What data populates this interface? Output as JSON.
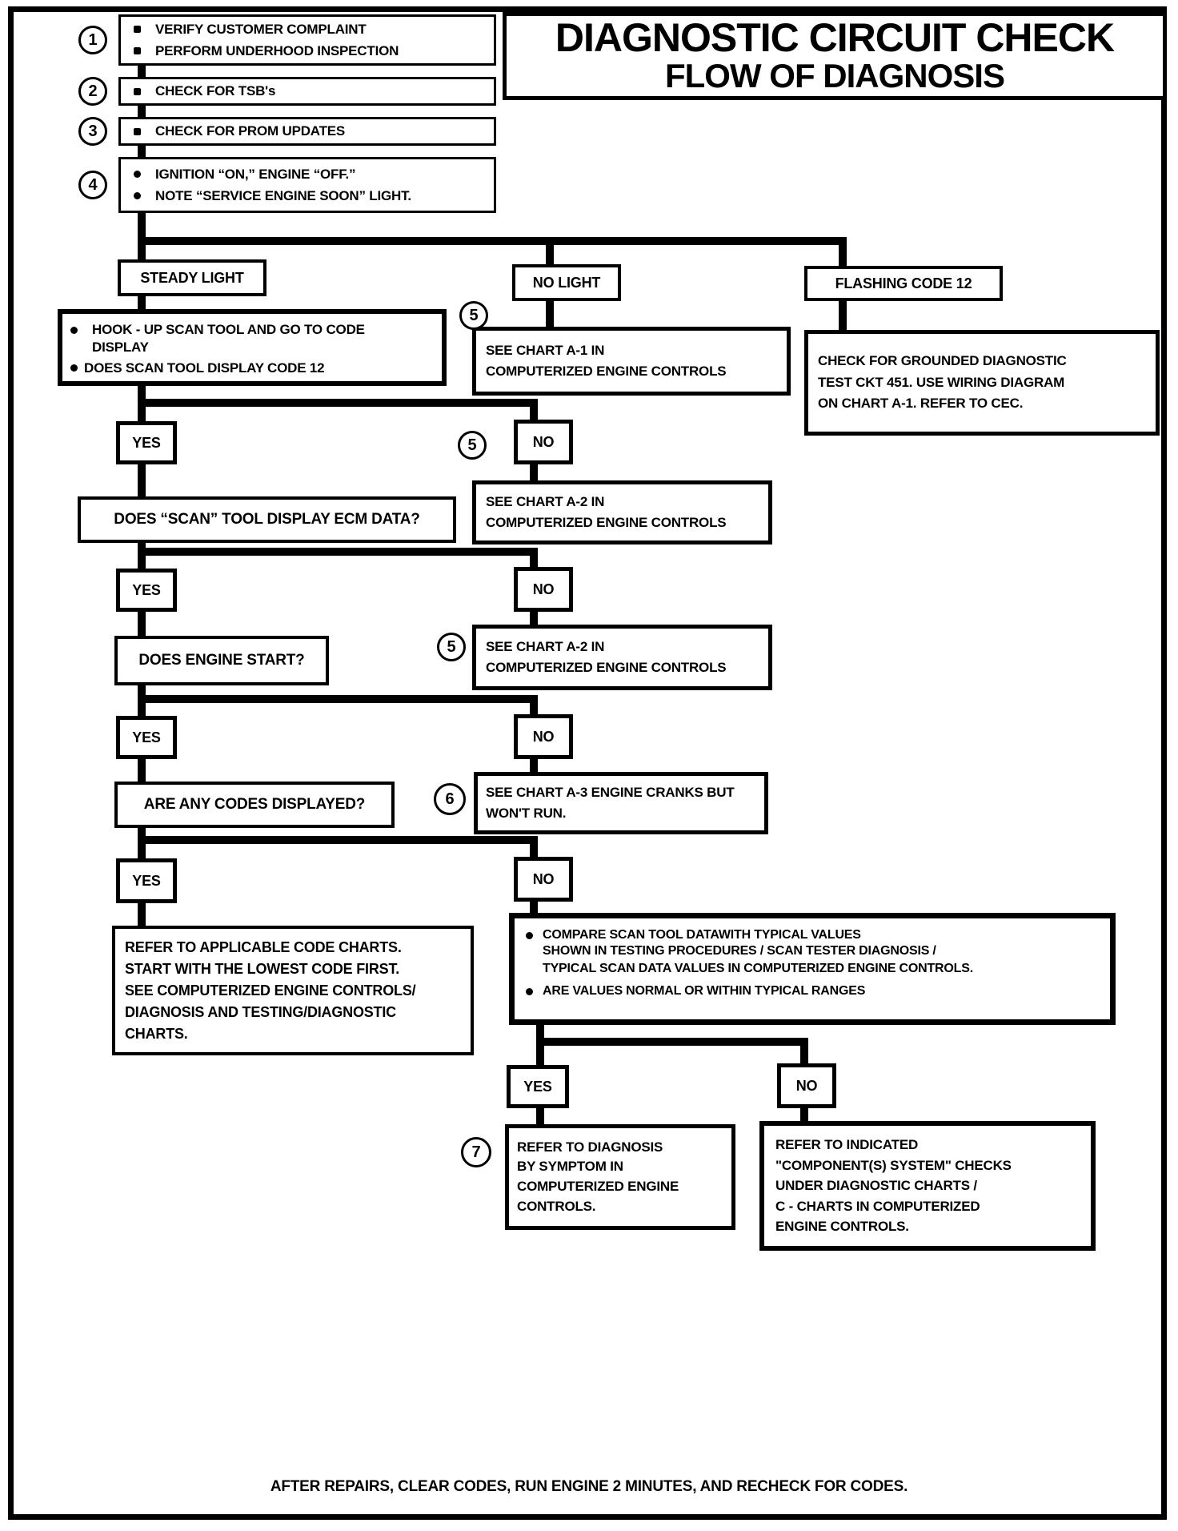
{
  "title": {
    "line1": "DIAGNOSTIC CIRCUIT CHECK",
    "line2": "FLOW OF DIAGNOSIS"
  },
  "steps": [
    {
      "num": "1",
      "lines": [
        "VERIFY CUSTOMER COMPLAINT",
        "PERFORM UNDERHOOD INSPECTION"
      ]
    },
    {
      "num": "2",
      "lines": [
        "CHECK FOR TSB's"
      ]
    },
    {
      "num": "3",
      "lines": [
        "CHECK FOR PROM UPDATES"
      ]
    },
    {
      "num": "4",
      "lines": [
        "IGNITION “ON,” ENGINE “OFF.”",
        "NOTE “SERVICE ENGINE SOON” LIGHT."
      ]
    }
  ],
  "labels": {
    "steady": "STEADY LIGHT",
    "no_light": "NO LIGHT",
    "flashing": "FLASHING CODE 12",
    "yes": "YES",
    "no": "NO"
  },
  "hookup": {
    "bullet1_line1": "HOOK - UP SCAN TOOL AND GO TO CODE",
    "bullet1_line2": "DISPLAY",
    "bullet2": "DOES SCAN TOOL DISPLAY CODE 12"
  },
  "chart_a1": {
    "badge": "5",
    "line1": "SEE CHART A-1 IN",
    "line2": "COMPUTERIZED ENGINE CONTROLS"
  },
  "grounded": {
    "line1": "CHECK FOR GROUNDED DIAGNOSTIC",
    "line2": "TEST CKT 451.  USE WIRING DIAGRAM",
    "line3": "ON CHART A-1.  REFER TO CEC."
  },
  "q_ecm": "DOES “SCAN” TOOL DISPLAY ECM DATA?",
  "chart_a2a": {
    "badge": "5",
    "line1": "SEE CHART A-2 IN",
    "line2": "COMPUTERIZED ENGINE CONTROLS"
  },
  "q_start": "DOES ENGINE START?",
  "chart_a2b": {
    "badge": "5",
    "line1": "SEE CHART A-2 IN",
    "line2": "COMPUTERIZED ENGINE CONTROLS"
  },
  "q_codes": "ARE ANY CODES DISPLAYED?",
  "chart_a3": {
    "badge": "6",
    "line1": "SEE CHART A-3 ENGINE CRANKS BUT",
    "line2": "WON'T RUN."
  },
  "refer_codes": {
    "lines": [
      "REFER TO APPLICABLE CODE CHARTS.",
      "START WITH THE LOWEST CODE FIRST.",
      "SEE COMPUTERIZED ENGINE CONTROLS/",
      "DIAGNOSIS AND TESTING/DIAGNOSTIC",
      "CHARTS."
    ]
  },
  "compare": {
    "bullet1_line1": "COMPARE SCAN TOOL DATAWITH TYPICAL VALUES",
    "bullet1_line2": "SHOWN IN TESTING PROCEDURES / SCAN TESTER DIAGNOSIS /",
    "bullet1_line3": "TYPICAL SCAN DATA VALUES IN COMPUTERIZED ENGINE CONTROLS.",
    "bullet2": "ARE VALUES NORMAL OR WITHIN TYPICAL RANGES"
  },
  "refer_symptom": {
    "badge": "7",
    "lines": [
      "REFER TO DIAGNOSIS",
      "BY SYMPTOM IN",
      "COMPUTERIZED ENGINE",
      "CONTROLS."
    ]
  },
  "refer_component": {
    "lines": [
      "REFER TO INDICATED",
      "\"COMPONENT(S) SYSTEM\" CHECKS",
      "UNDER DIAGNOSTIC CHARTS /",
      "C - CHARTS IN COMPUTERIZED",
      "ENGINE CONTROLS."
    ]
  },
  "footer": "AFTER REPAIRS, CLEAR CODES, RUN ENGINE 2 MINUTES, AND RECHECK FOR CODES."
}
